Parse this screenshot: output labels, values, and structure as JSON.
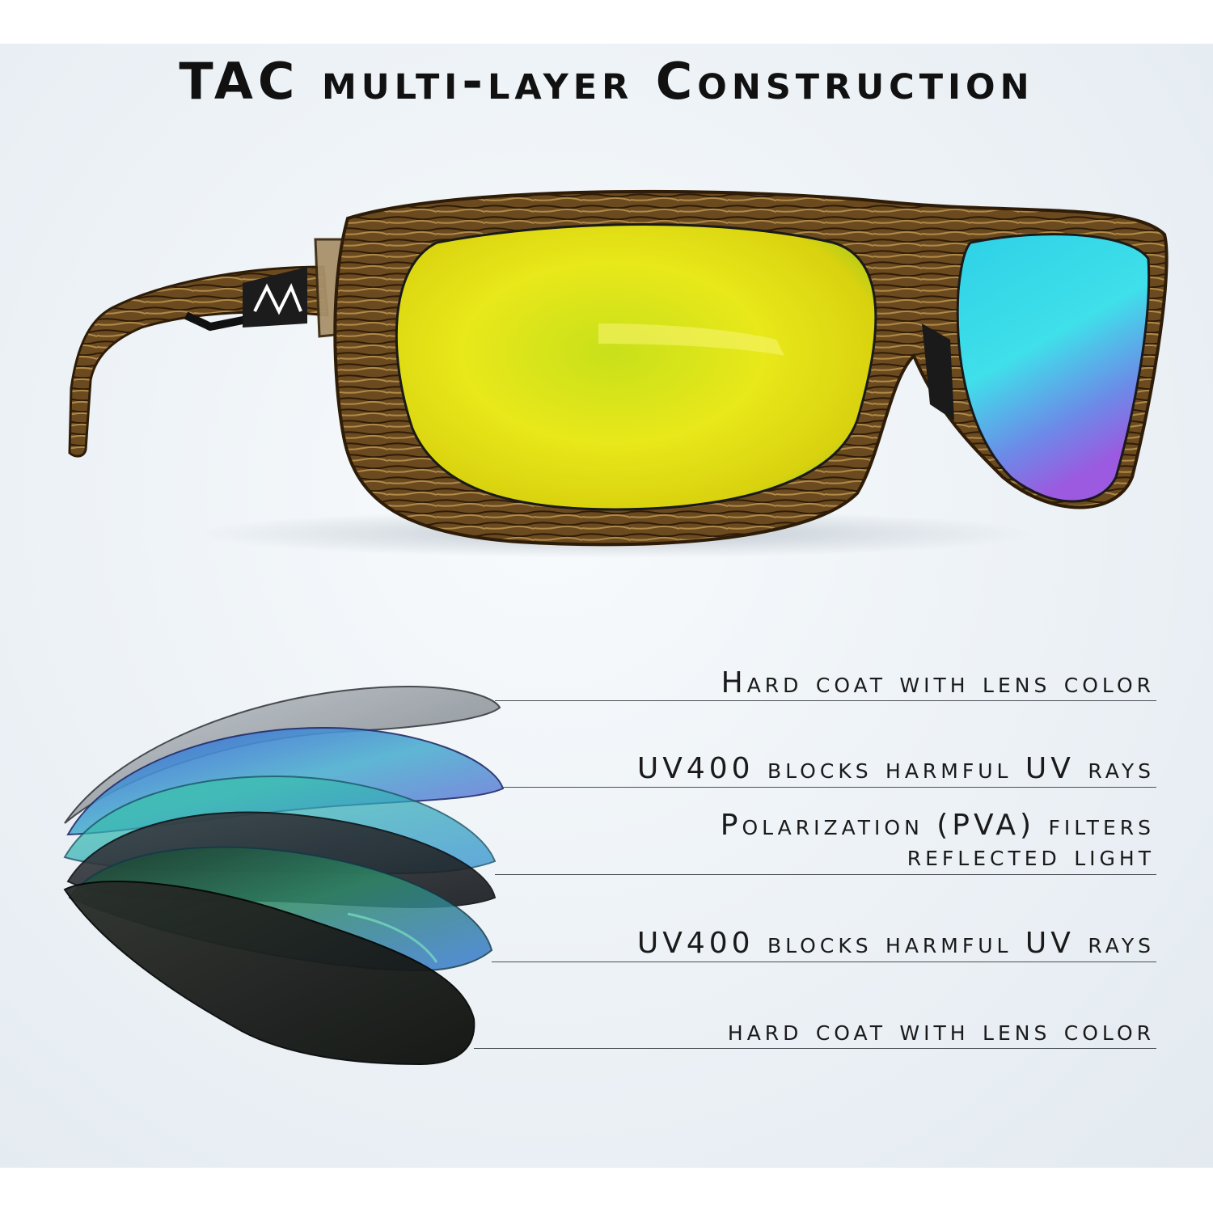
{
  "title": "TAC multi-layer Construction",
  "layers": [
    {
      "label": "Hard coat with lens color"
    },
    {
      "label": "UV400 blocks harmful UV rays"
    },
    {
      "label": "Polarization (PVA) filters",
      "label2": "reflected light"
    },
    {
      "label": "UV400 blocks harmful UV rays"
    },
    {
      "label": "hard coat with lens color"
    }
  ],
  "colors": {
    "frame": "#6b4a1f",
    "lens_main": "#e8e81a",
    "lens_side": "#35d6e8",
    "background": "#eef3f7"
  }
}
